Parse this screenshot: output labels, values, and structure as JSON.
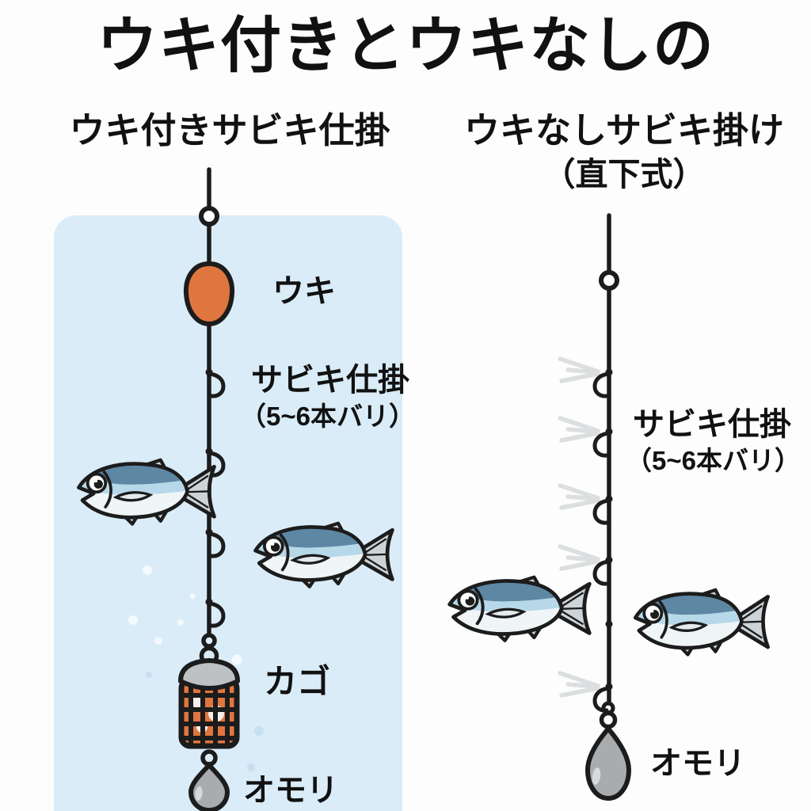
{
  "title": "ウキ付きとウキなしの",
  "left": {
    "header": "ウキ付きサビキ仕掛",
    "float_label": "ウキ",
    "rig_label": "サビキ仕掛",
    "rig_sub_label": "（5~6本バリ）",
    "cage_label": "カゴ",
    "weight_label": "オモリ"
  },
  "right": {
    "header_line1": "ウキなしサビキ掛け",
    "header_line2": "（直下式）",
    "rig_label": "サビキ仕掛",
    "rig_sub_label": "（5~6本バリ）",
    "weight_label": "オモリ"
  },
  "icons": {
    "float": "float-icon",
    "swivel": "swivel-ring-icon",
    "hook": "hook-icon",
    "feather": "feather-icon",
    "fish": "fish-icon",
    "cage": "bait-cage-icon",
    "sinker": "sinker-icon",
    "bubble": "bubble-icon"
  },
  "colors": {
    "background": "#fdfdfd",
    "panel": "#d9ecf7",
    "line": "#1c1c1c",
    "text": "#111111",
    "float": "#e0763f",
    "bait": "#e0763f",
    "dome": "#bdc1c3",
    "weight": "#a8acaf",
    "weight_highlight": "#d7dadc",
    "fish_back": "#5d87a3",
    "fish_stripe": "#b7d8e8",
    "fish_belly": "#eff5f7",
    "fin": "#ccd4d7",
    "feather": "#dcdfe0",
    "bubble_white": "#f6fbfd",
    "bubble_blue": "#c3dff0"
  }
}
